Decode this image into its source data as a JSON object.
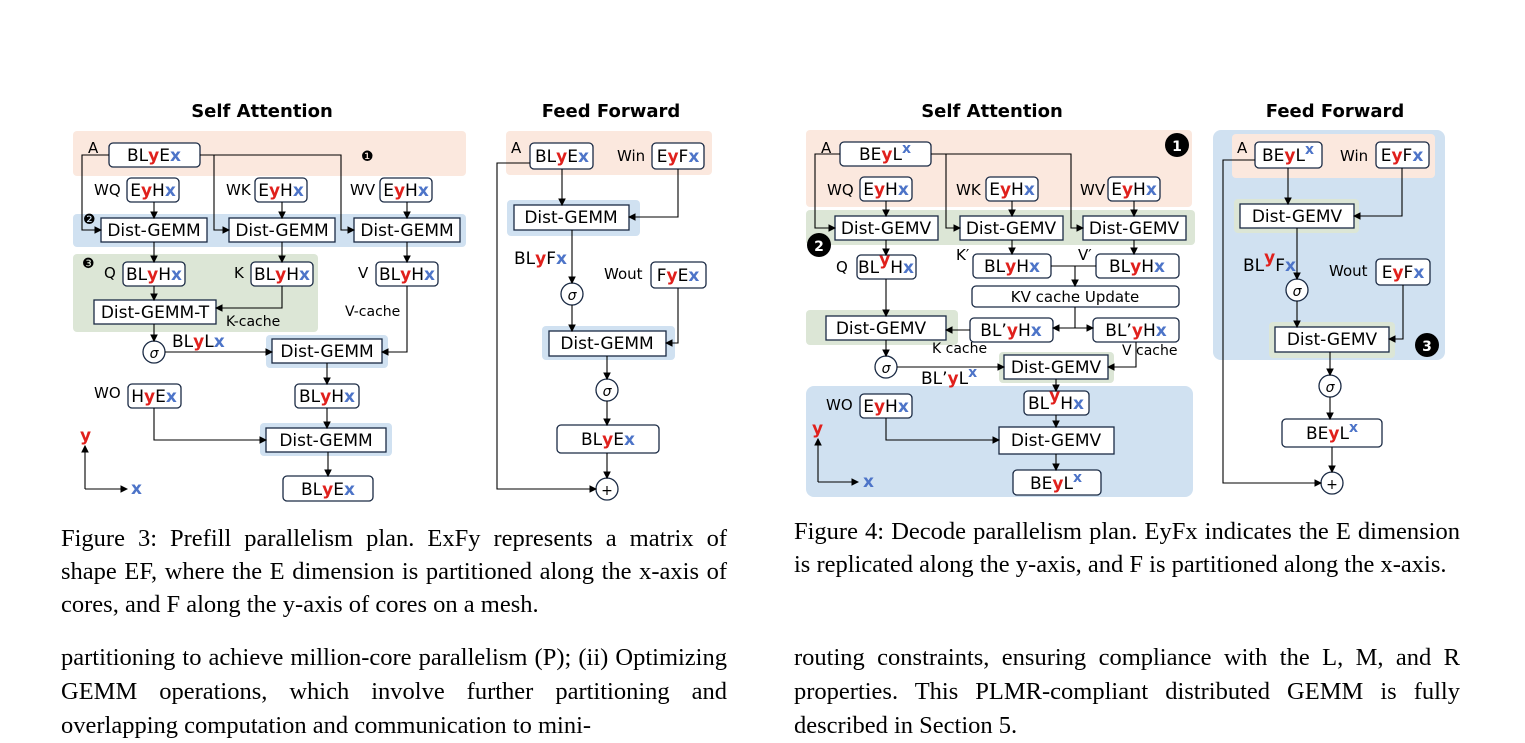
{
  "figure3": {
    "panel_titles": {
      "attention": "Self Attention",
      "ffn": "Feed Forward"
    },
    "steps": [
      "❶",
      "❷",
      "❸"
    ],
    "ops": {
      "gemm": "Dist-GEMM",
      "gemm_t": "Dist-GEMM-T"
    },
    "labels": {
      "A": "A",
      "Wq": "WQ",
      "Wk": "WK",
      "Wv": "WV",
      "Wo": "WO",
      "Q": "Q",
      "K": "K",
      "V": "V",
      "Win": "Win",
      "Wout": "Wout",
      "kcache": "K-cache",
      "vcache": "V-cache",
      "sigma": "σ",
      "plus": "+",
      "axis_y": "y",
      "axis_x": "x"
    },
    "caption_num": "Figure 3:",
    "caption": "Prefill parallelism plan. ExFy represents a matrix of shape EF, where the E dimension is partitioned along the x-axis of cores, and F along the y-axis of cores on a mesh."
  },
  "figure4": {
    "panel_titles": {
      "attention": "Self Attention",
      "ffn": "Feed Forward"
    },
    "steps": [
      "1",
      "2",
      "3"
    ],
    "ops": {
      "gemv": "Dist-GEMV",
      "kv_update": "KV cache Update"
    },
    "labels": {
      "A": "A",
      "Wq": "WQ",
      "Wk": "WK",
      "Wv": "WV",
      "Wo": "WO",
      "Q": "Q",
      "Kp": "K′",
      "Vp": "V′",
      "Win": "Win",
      "Wout": "Wout",
      "kcache": "K cache",
      "vcache": "V cache",
      "sigma": "σ",
      "plus": "+",
      "axis_y": "y",
      "axis_x": "x"
    },
    "caption_num": "Figure 4:",
    "caption": "Decode parallelism plan. EyFx indicates the E dimension is replicated along the y-axis, and F is partitioned along the x-axis."
  },
  "body_left": "partitioning to achieve million-core parallelism (P); (ii) Optimizing GEMM operations, which involve further partitioning and overlapping computation and communication to mini-",
  "body_right": "routing constraints, ensuring compliance with the L, M, and R properties. This PLMR-compliant distributed GEMM is fully described in Section 5.",
  "colors": {
    "orange_region": "#fbe8de",
    "blue_region": "#d0e1f1",
    "green_region": "#dce6d6",
    "blue_box": "#cfe2f3",
    "green_box": "#dde8d6",
    "y_red": "#e0201c",
    "x_blue": "#4d74c8",
    "link_green": "#2ca02c"
  }
}
